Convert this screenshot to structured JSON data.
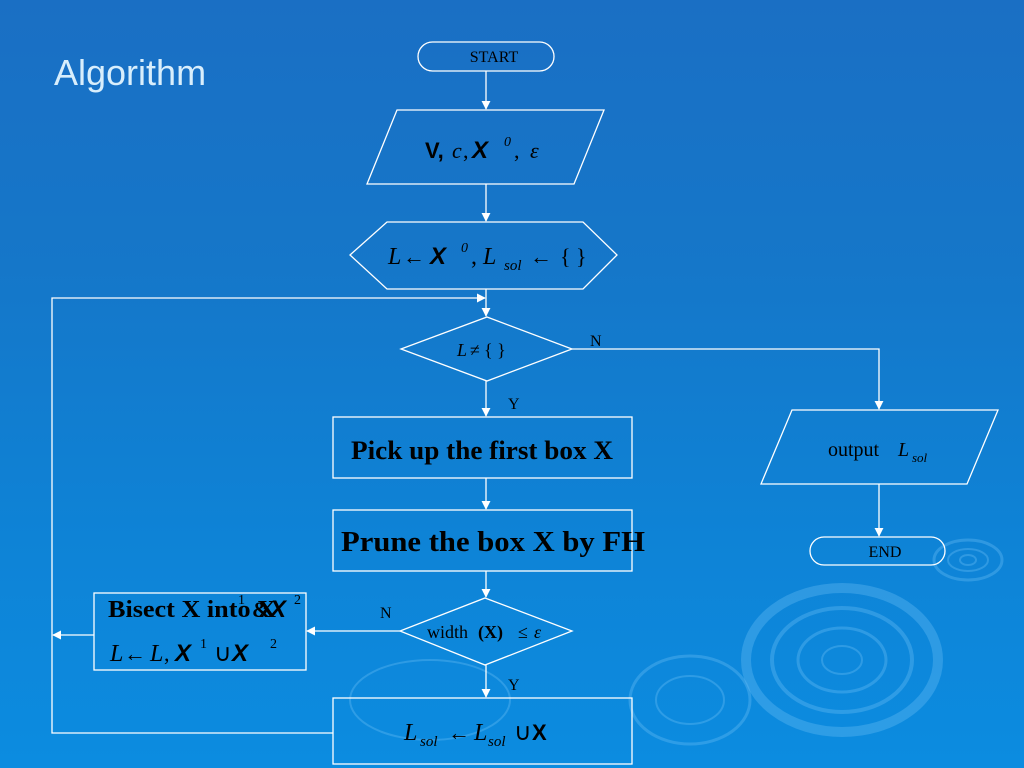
{
  "slide": {
    "title": "Algorithm"
  },
  "flowchart": {
    "start": "START",
    "input": {
      "v": "V",
      "c": "c",
      "x": "X",
      "x_sup": "0",
      "eps": "ε"
    },
    "init": {
      "l": "L",
      "arrow": "←",
      "x": "X",
      "x_sup": "0",
      "lsol": "L",
      "lsol_sub": "sol",
      "empty": "{ }"
    },
    "decision_nonempty": {
      "l": "L",
      "neq": "≠",
      "empty": "{ }"
    },
    "label_n_top": "N",
    "label_y_top": "Y",
    "process1": "Pick up the first box X",
    "process2": "Prune the box X by FH",
    "decision_width": {
      "width": "width",
      "x": "(X)",
      "le": "≤",
      "eps": "ε"
    },
    "label_n_bottom": "N",
    "label_y_bottom": "Y",
    "bisect": {
      "line1": "Bisect X into X",
      "sup1": "1",
      "and": "&",
      "x2": "X",
      "sup2": "2",
      "line2_l": "L",
      "line2_arrow": "←",
      "line2_l2": "L",
      "line2_x1": "X",
      "line2_cup": "∪",
      "line2_x2": "X"
    },
    "solution_update": {
      "l": "L",
      "sub": "sol",
      "arrow": "←",
      "l2": "L",
      "sub2": "sol",
      "cup": "∪",
      "x": "X"
    },
    "output": {
      "text": "output",
      "l": "L",
      "sub": "sol"
    },
    "end": "END"
  }
}
